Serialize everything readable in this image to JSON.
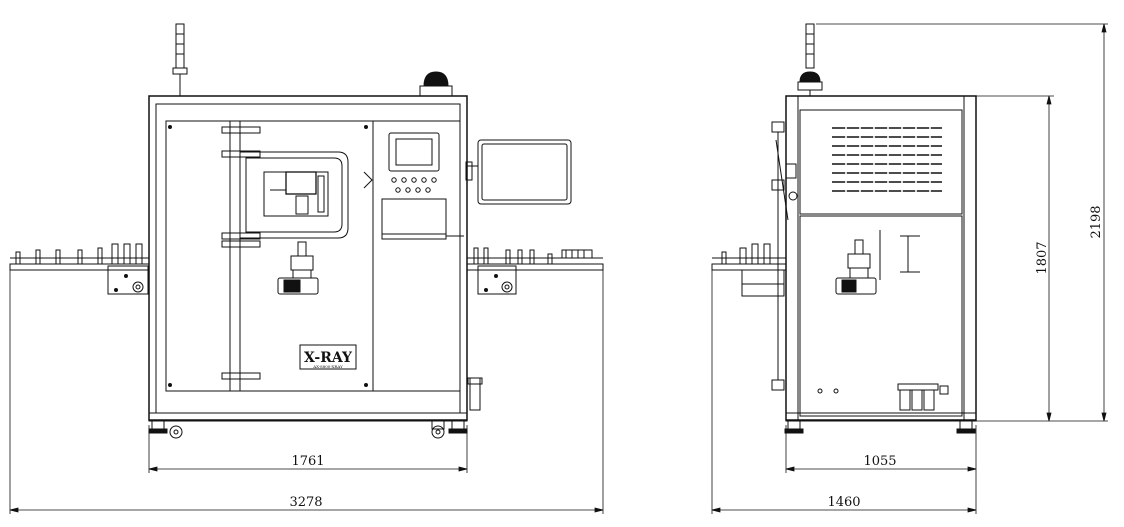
{
  "front_view": {
    "dim_width_inner": "1761",
    "dim_width_overall": "3278",
    "logo_text": "X-RAY",
    "logo_subtext": "AX-8800-XRAY"
  },
  "side_view": {
    "dim_depth_inner": "1055",
    "dim_depth_overall": "1460",
    "dim_height_body": "1807",
    "dim_height_overall": "2198"
  },
  "colors": {
    "line": "#111111",
    "background": "#ffffff"
  }
}
